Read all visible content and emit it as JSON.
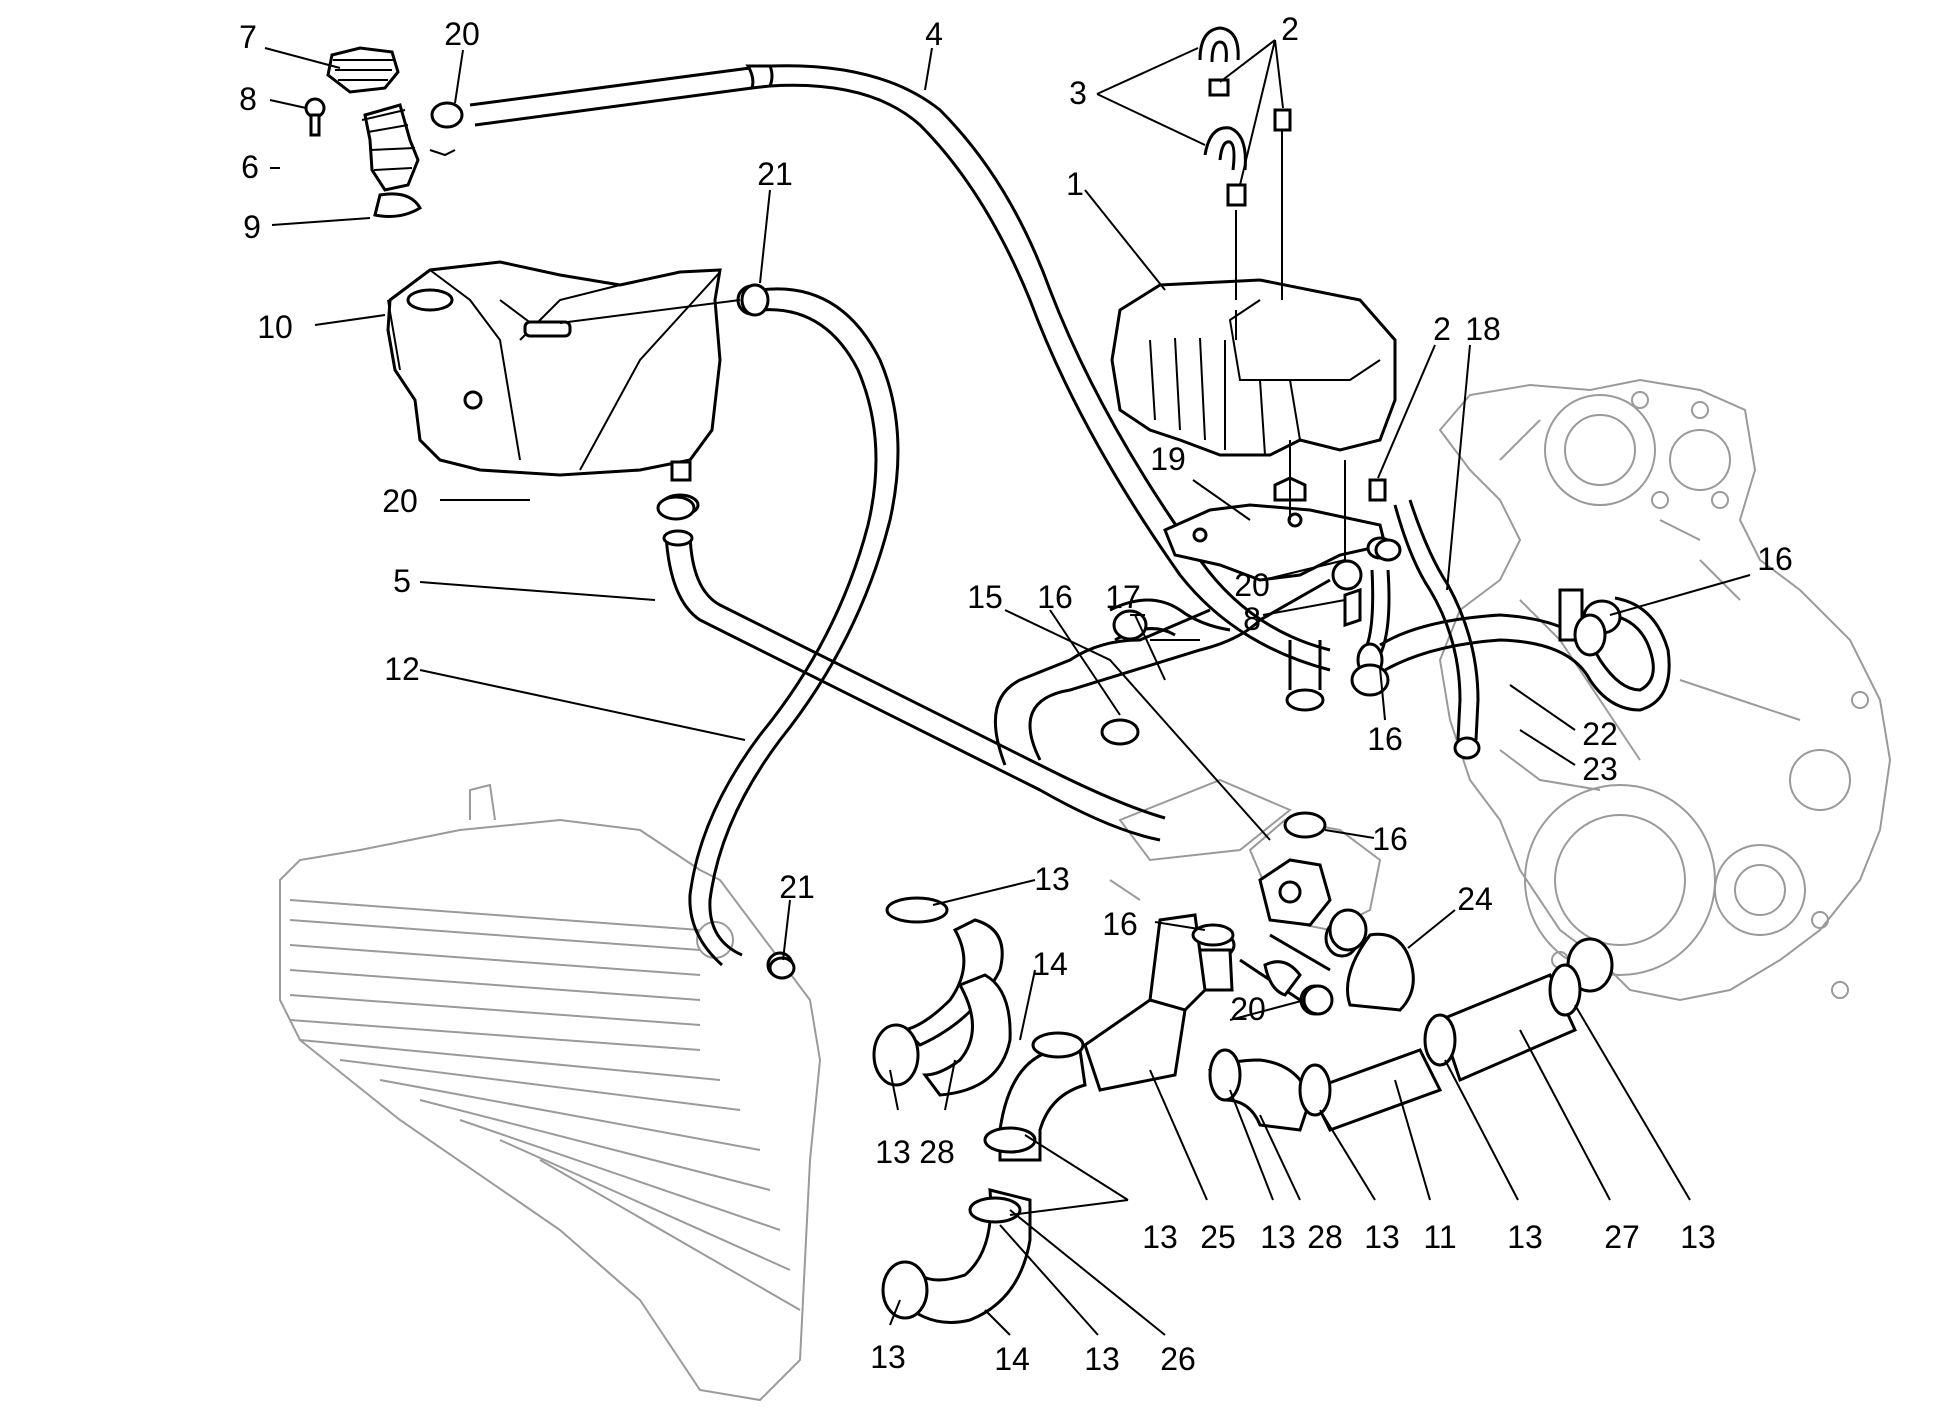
{
  "diagram": {
    "labels": [
      {
        "id": "l7",
        "text": "7"
      },
      {
        "id": "l20a",
        "text": "20"
      },
      {
        "id": "l8a",
        "text": "8"
      },
      {
        "id": "l6",
        "text": "6"
      },
      {
        "id": "l9",
        "text": "9"
      },
      {
        "id": "l10",
        "text": "10"
      },
      {
        "id": "l4",
        "text": "4"
      },
      {
        "id": "l21a",
        "text": "21"
      },
      {
        "id": "l3",
        "text": "3"
      },
      {
        "id": "l2a",
        "text": "2"
      },
      {
        "id": "l1",
        "text": "1"
      },
      {
        "id": "l2b",
        "text": "2"
      },
      {
        "id": "l18",
        "text": "18"
      },
      {
        "id": "l19",
        "text": "19"
      },
      {
        "id": "l20b",
        "text": "20"
      },
      {
        "id": "l20c",
        "text": "20"
      },
      {
        "id": "l8b",
        "text": "8"
      },
      {
        "id": "l5",
        "text": "5"
      },
      {
        "id": "l16a",
        "text": "16"
      },
      {
        "id": "l15",
        "text": "15"
      },
      {
        "id": "l16b",
        "text": "16"
      },
      {
        "id": "l17",
        "text": "17"
      },
      {
        "id": "l16c",
        "text": "16"
      },
      {
        "id": "l22",
        "text": "22"
      },
      {
        "id": "l23",
        "text": "23"
      },
      {
        "id": "l12",
        "text": "12"
      },
      {
        "id": "l16d",
        "text": "16"
      },
      {
        "id": "l13a",
        "text": "13"
      },
      {
        "id": "l21b",
        "text": "21"
      },
      {
        "id": "l24",
        "text": "24"
      },
      {
        "id": "l14a",
        "text": "14"
      },
      {
        "id": "l16e",
        "text": "16"
      },
      {
        "id": "l20d",
        "text": "20"
      },
      {
        "id": "l13b",
        "text": "13"
      },
      {
        "id": "l28a",
        "text": "28"
      },
      {
        "id": "l13c",
        "text": "13"
      },
      {
        "id": "l25",
        "text": "25"
      },
      {
        "id": "l13d",
        "text": "13"
      },
      {
        "id": "l28b",
        "text": "28"
      },
      {
        "id": "l13e",
        "text": "13"
      },
      {
        "id": "l11",
        "text": "11"
      },
      {
        "id": "l13f",
        "text": "13"
      },
      {
        "id": "l27",
        "text": "27"
      },
      {
        "id": "l13g",
        "text": "13"
      },
      {
        "id": "l13h",
        "text": "13"
      },
      {
        "id": "l14b",
        "text": "14"
      },
      {
        "id": "l13i",
        "text": "13"
      },
      {
        "id": "l26",
        "text": "26"
      }
    ]
  }
}
